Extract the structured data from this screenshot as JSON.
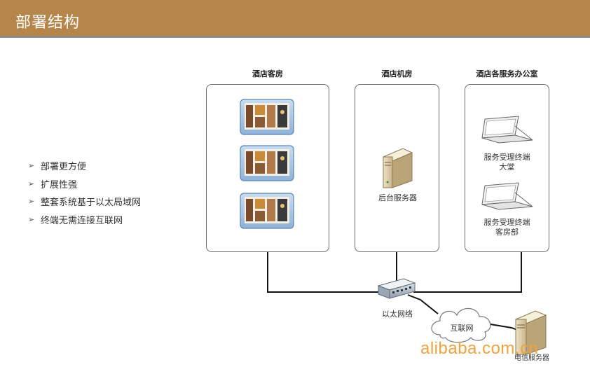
{
  "header": {
    "title": "部署结构"
  },
  "features": [
    "部署更方便",
    "扩展性强",
    "整套系统基于以太局域网",
    "终端无需连接互联网"
  ],
  "columns": {
    "room": {
      "title": "酒店客房"
    },
    "server_room": {
      "title": "酒店机房",
      "server_label": "后台服务器"
    },
    "offices": {
      "title": "酒店各服务办公室",
      "terminal1_line1": "服务受理终端",
      "terminal1_line2": "大堂",
      "terminal2_line1": "服务受理终端",
      "terminal2_line2": "客房部"
    }
  },
  "network": {
    "ethernet_label": "以太网络",
    "internet_label": "互联网",
    "telecom_server_label": "电信服务器"
  },
  "watermark": "alibaba.com.cn"
}
